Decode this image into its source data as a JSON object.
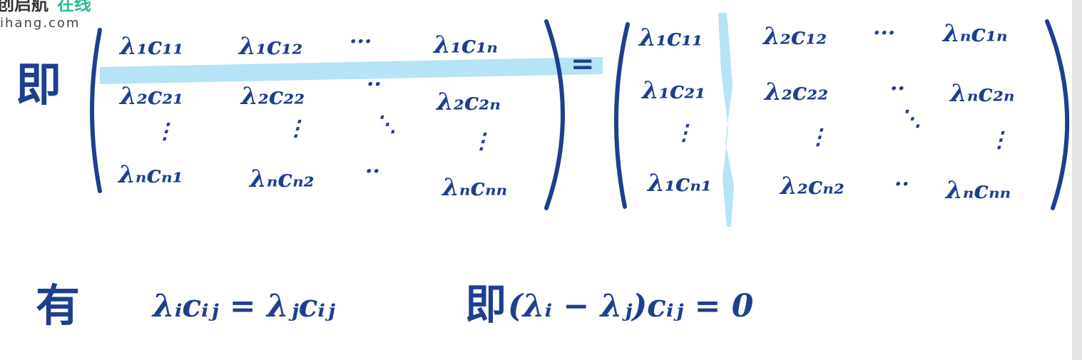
{
  "logo": {
    "main": "创启航",
    "accent": "在线",
    "sub": "ihang.com"
  },
  "line1": {
    "prefix": "即",
    "equals": "=",
    "left_matrix": {
      "rows": [
        [
          "λ₁c₁₁",
          "λ₁c₁₂",
          "···",
          "λ₁c₁ₙ"
        ],
        [
          "λ₂c₂₁",
          "λ₂c₂₂",
          "··",
          "λ₂c₂ₙ"
        ],
        [
          "⋮",
          "⋮",
          "⋱",
          "⋮"
        ],
        [
          "λₙcₙ₁",
          "λₙcₙ₂",
          "··",
          "λₙcₙₙ"
        ]
      ]
    },
    "right_matrix": {
      "rows": [
        [
          "λ₁c₁₁",
          "λ₂c₁₂",
          "···",
          "λₙc₁ₙ"
        ],
        [
          "λ₁c₂₁",
          "λ₂c₂₂",
          "··",
          "λₙc₂ₙ"
        ],
        [
          "⋮",
          "⋮",
          "⋱",
          "⋮"
        ],
        [
          "λ₁cₙ₁",
          "λ₂cₙ₂",
          "··",
          "λₙcₙₙ"
        ]
      ]
    }
  },
  "line2": {
    "prefix": "有",
    "equation1": "λᵢcᵢⱼ = λⱼcᵢⱼ",
    "word": "即",
    "equation2": "(λᵢ − λⱼ)cᵢⱼ = 0"
  },
  "colors": {
    "ink": "#1e3f8f",
    "highlight": "#aee0f4",
    "logo_accent": "#2fb89b"
  }
}
